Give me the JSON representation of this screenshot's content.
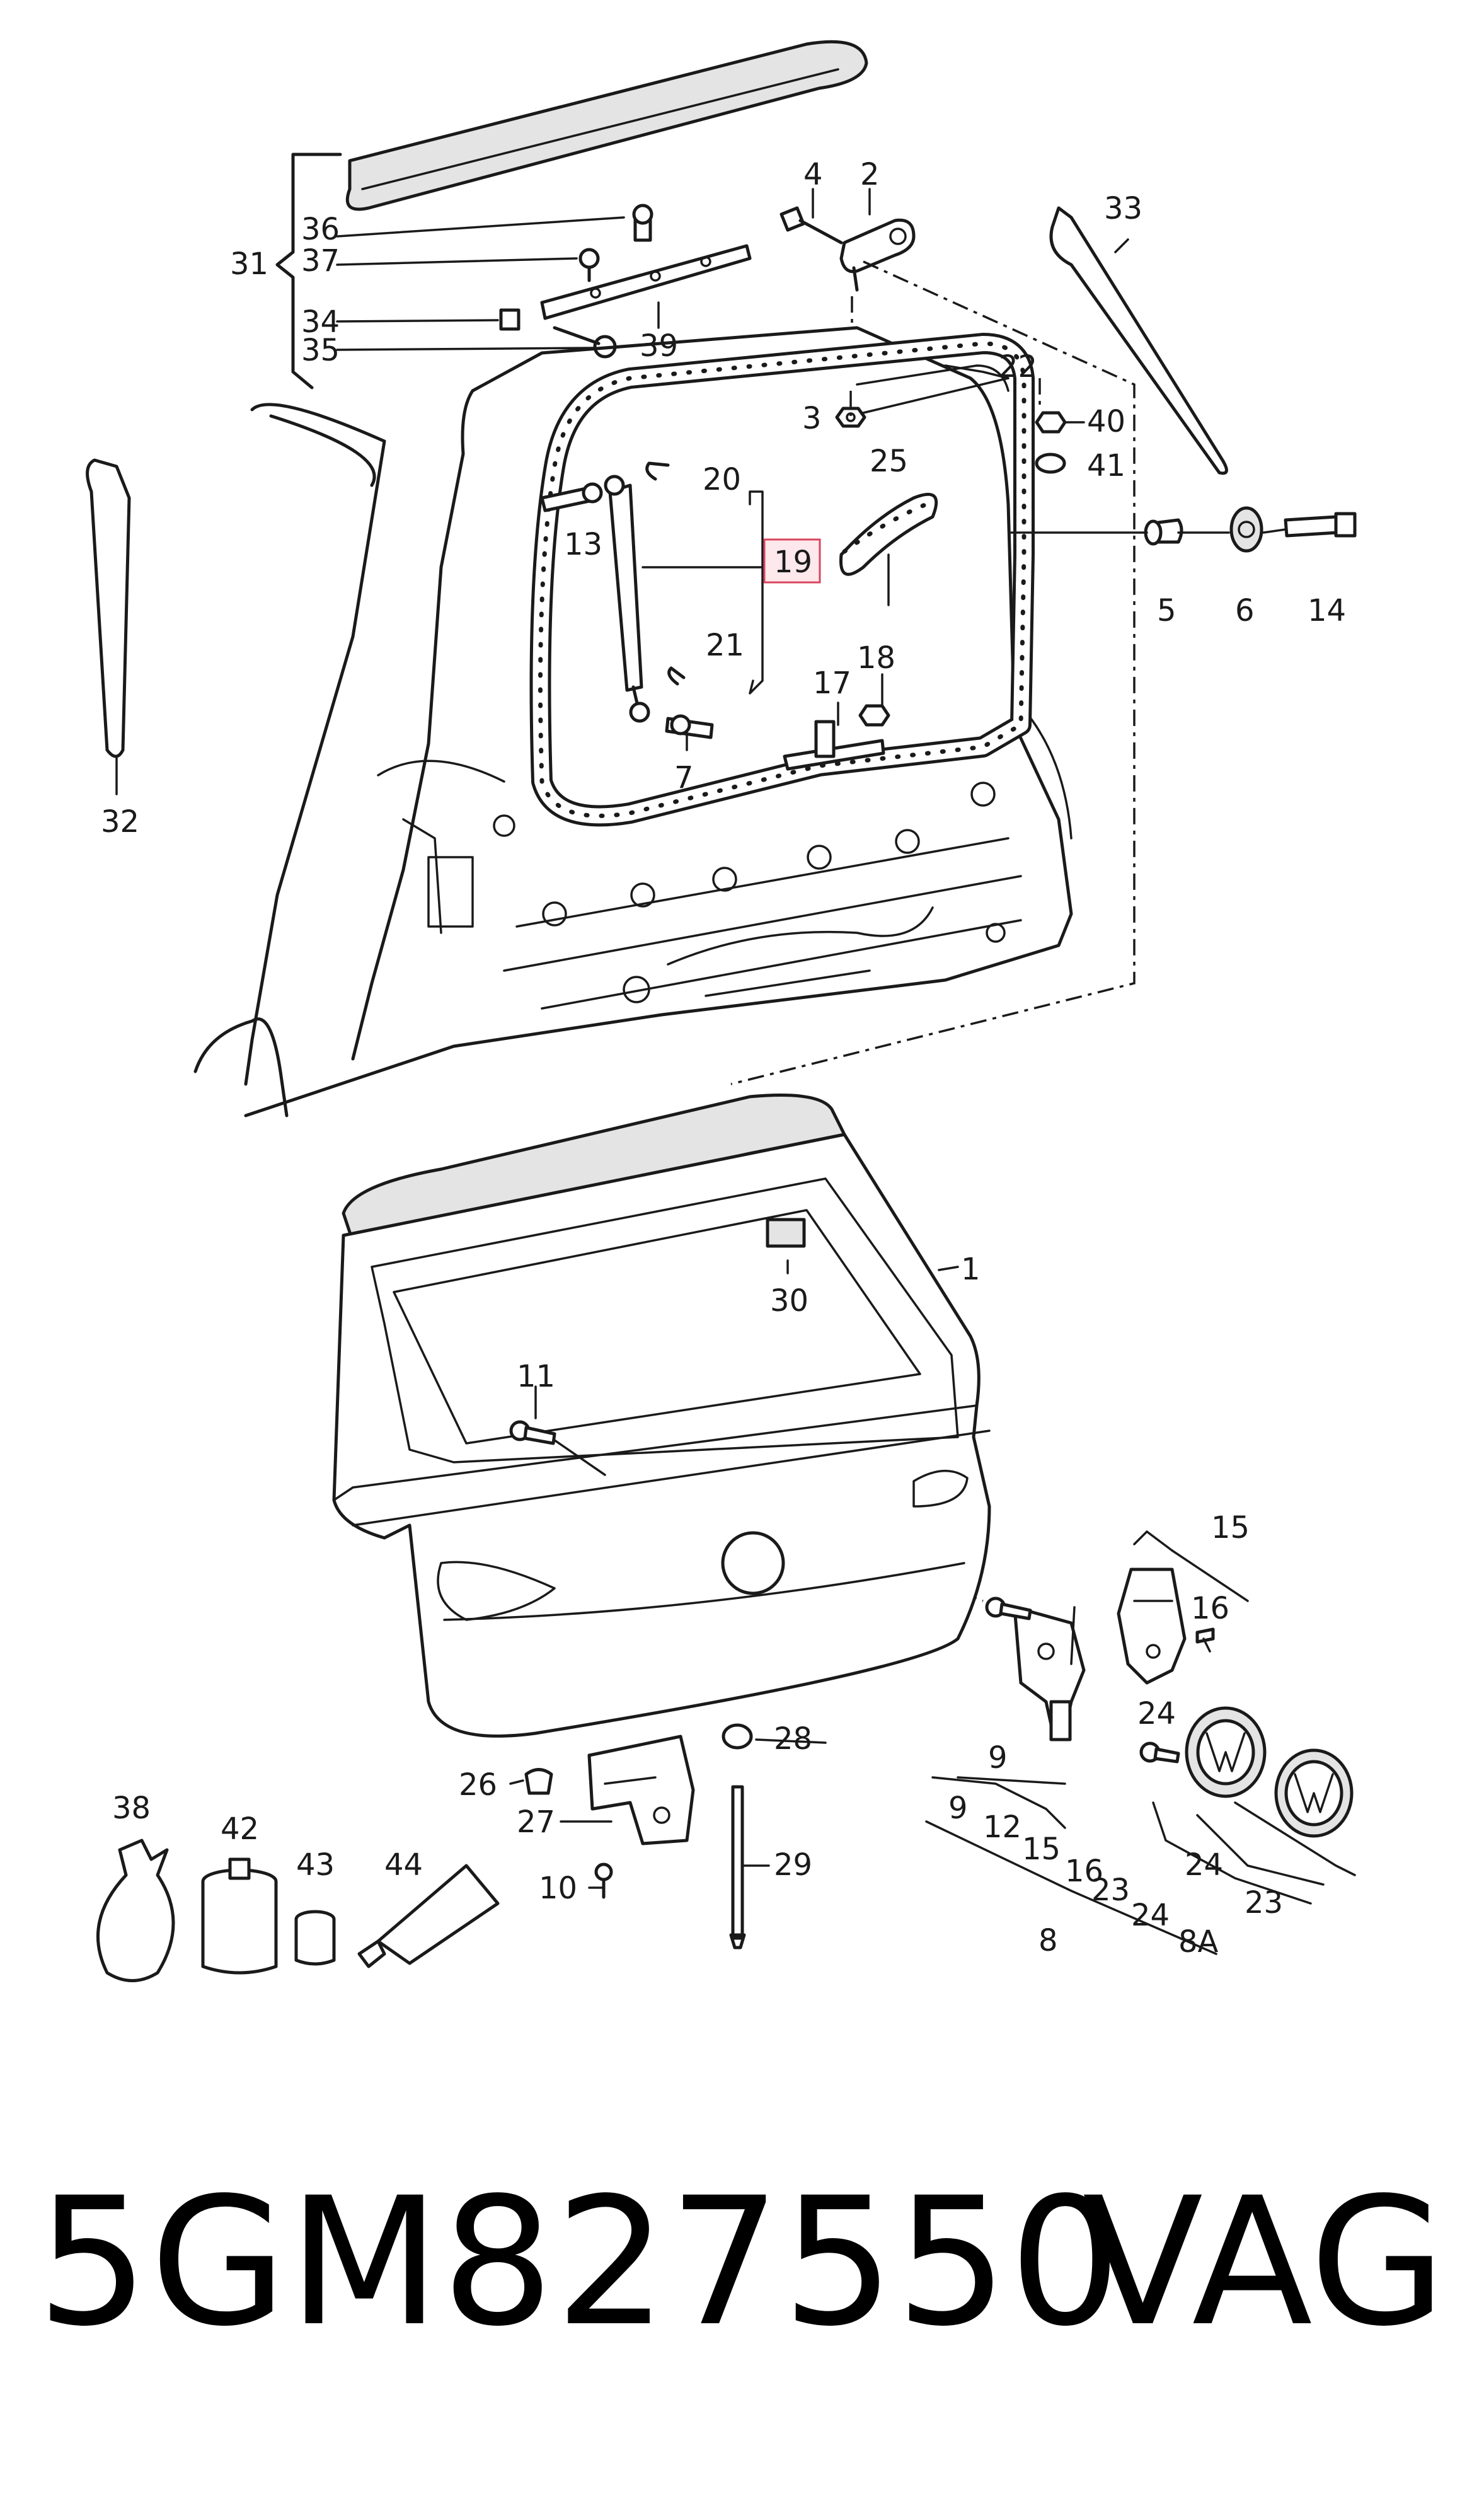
{
  "callouts": {
    "c1": "1",
    "c2": "2",
    "c3": "3",
    "c4": "4",
    "c5": "5",
    "c6": "6",
    "c7": "7",
    "c8": "8",
    "c8a": "8A",
    "c9": "9",
    "c9b": "9",
    "c10": "10",
    "c11": "11",
    "c12": "12",
    "c13": "13",
    "c14": "14",
    "c15": "15",
    "c15b": "15",
    "c16": "16",
    "c16b": "16",
    "c17": "17",
    "c18": "18",
    "c19": "19",
    "c20": "20",
    "c21": "21",
    "c22": "22",
    "c23": "23",
    "c23b": "23",
    "c24": "24",
    "c24b": "24",
    "c24c": "24",
    "c25": "25",
    "c26": "26",
    "c27": "27",
    "c28": "28",
    "c29": "29",
    "c30": "30",
    "c31": "31",
    "c32": "32",
    "c33": "33",
    "c34": "34",
    "c35": "35",
    "c36": "36",
    "c37": "37",
    "c38": "38",
    "c39": "39",
    "c40": "40",
    "c41": "41",
    "c42": "42",
    "c43": "43",
    "c44": "44"
  },
  "footer": {
    "part_number": "5GM827550",
    "brand": "VAG"
  },
  "highlight": {
    "color": "#d9465f"
  }
}
